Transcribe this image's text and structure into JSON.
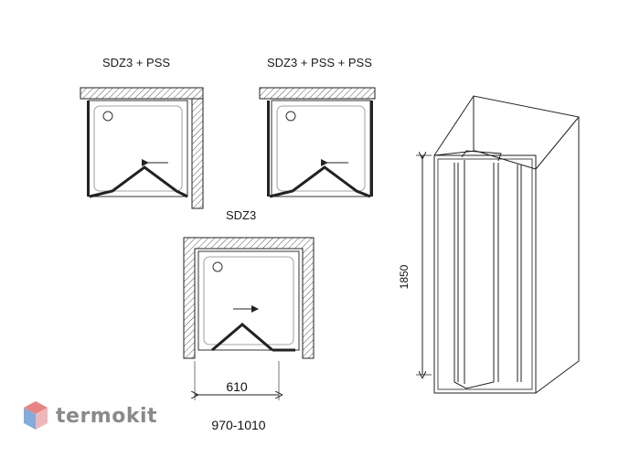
{
  "diagrams": {
    "top_left_label": "SDZ3 + PSS",
    "top_right_label": "SDZ3 + PSS + PSS",
    "center_label": "SDZ3",
    "door_width": "610",
    "total_width": "970-1010",
    "height": "1850"
  },
  "logo": {
    "text": "termokit"
  },
  "colors": {
    "line": "#222222",
    "hatch": "#555555",
    "logo_red": "#e05a5a",
    "logo_blue": "#5b8fd4",
    "logo_grey": "#8a8a8a"
  }
}
